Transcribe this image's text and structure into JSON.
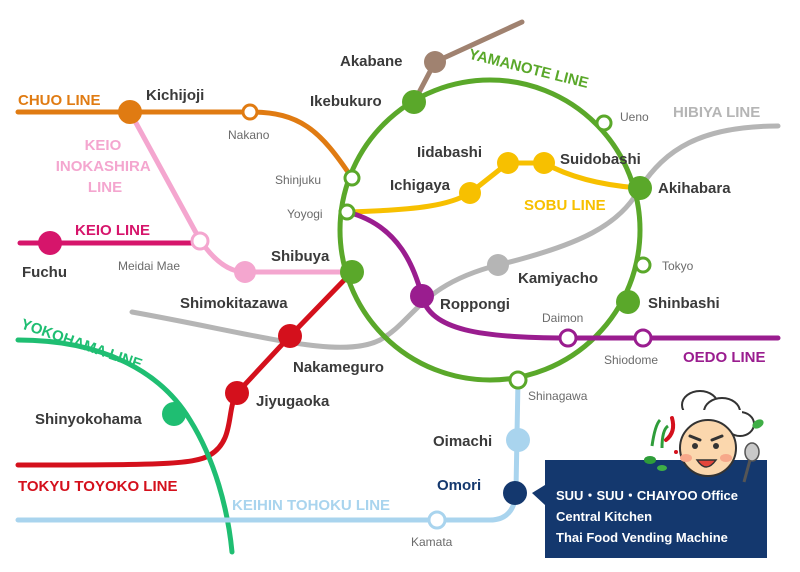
{
  "colors": {
    "yamanote": "#5aa82a",
    "chuo": "#e07b12",
    "keio_inokashira": "#f4a6cf",
    "keio": "#d6156b",
    "hibiya": "#b5b5b5",
    "sobu": "#f7c000",
    "oedo": "#9a1d8f",
    "toyoko": "#d4101c",
    "yokohama": "#1fbe72",
    "keihin": "#a9d4ee",
    "akabane": "#a08270",
    "office": "#14386e"
  },
  "lines": {
    "chuo": "CHUO LINE",
    "keio_inokashira": [
      "KEIO",
      "INOKASHIRA",
      "LINE"
    ],
    "keio": "KEIO LINE",
    "yamanote": "YAMANOTE LINE",
    "hibiya": "HIBIYA LINE",
    "sobu": "SOBU LINE",
    "oedo": "OEDO LINE",
    "yokohama": "YOKOHAMA LINE",
    "toyoko": "TOKYU TOYOKO LINE",
    "keihin": "KEIHIN TOHOKU LINE"
  },
  "stations": {
    "akabane": "Akabane",
    "kichijoji": "Kichijoji",
    "ikebukuro": "Ikebukuro",
    "nakano": "Nakano",
    "ueno": "Ueno",
    "iidabashi": "Iidabashi",
    "suidobashi": "Suidobashi",
    "shinjuku": "Shinjuku",
    "ichigaya": "Ichigaya",
    "akihabara": "Akihabara",
    "yoyogi": "Yoyogi",
    "fuchu": "Fuchu",
    "meidai_mae": "Meidai Mae",
    "shibuya": "Shibuya",
    "kamiyacho": "Kamiyacho",
    "tokyo": "Tokyo",
    "shimokitazawa": "Shimokitazawa",
    "roppongi": "Roppongi",
    "shinbashi": "Shinbashi",
    "daimon": "Daimon",
    "shiodome": "Shiodome",
    "nakameguro": "Nakameguro",
    "shinagawa": "Shinagawa",
    "jiyugaoka": "Jiyugaoka",
    "shinyokohama": "Shinyokohama",
    "oimachi": "Oimachi",
    "omori": "Omori",
    "kamata": "Kamata"
  },
  "office_box": {
    "line1": "SUU・SUU・CHAIYOO Office",
    "line2": "Central Kitchen",
    "line3": "Thai Food Vending Machine"
  }
}
